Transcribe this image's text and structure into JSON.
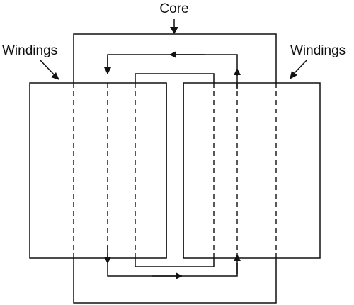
{
  "labels": {
    "core": "Core",
    "windings_left": "Windings",
    "windings_right": "Windings"
  },
  "colors": {
    "line": "#111111",
    "background": "#ffffff"
  }
}
